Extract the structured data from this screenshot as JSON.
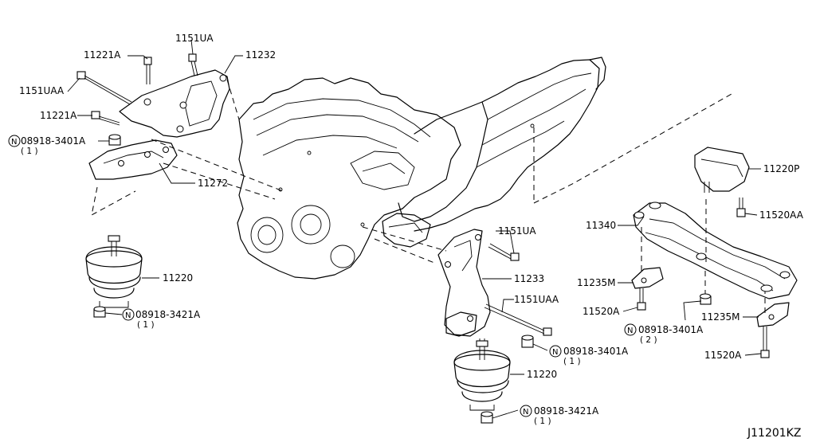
{
  "diagram_id": "J11201KZ",
  "callouts": [
    {
      "id": "c1",
      "text": "11221A"
    },
    {
      "id": "c2",
      "text": "1151UA"
    },
    {
      "id": "c3",
      "text": "11232"
    },
    {
      "id": "c4",
      "text": "1151UAA"
    },
    {
      "id": "c5",
      "text": "11221A"
    },
    {
      "id": "c6",
      "text": "08918-3401A",
      "circled": "N",
      "qty": "( 1 )"
    },
    {
      "id": "c7",
      "text": "11272"
    },
    {
      "id": "c8",
      "text": "11220"
    },
    {
      "id": "c9",
      "text": "08918-3421A",
      "circled": "N",
      "qty": "( 1 )"
    },
    {
      "id": "c10",
      "text": "1151UA"
    },
    {
      "id": "c11",
      "text": "11233"
    },
    {
      "id": "c12",
      "text": "1151UAA"
    },
    {
      "id": "c13",
      "text": "08918-3401A",
      "circled": "N",
      "qty": "( 1 )"
    },
    {
      "id": "c14",
      "text": "11220"
    },
    {
      "id": "c15",
      "text": "08918-3421A",
      "circled": "N",
      "qty": "( 1 )"
    },
    {
      "id": "c16",
      "text": "11220P"
    },
    {
      "id": "c17",
      "text": "11520AA"
    },
    {
      "id": "c18",
      "text": "11340"
    },
    {
      "id": "c19",
      "text": "11235M"
    },
    {
      "id": "c20",
      "text": "11520A"
    },
    {
      "id": "c21",
      "text": "08918-3401A",
      "circled": "N",
      "qty": "( 2 )"
    },
    {
      "id": "c22",
      "text": "11235M"
    },
    {
      "id": "c23",
      "text": "11520A"
    }
  ]
}
